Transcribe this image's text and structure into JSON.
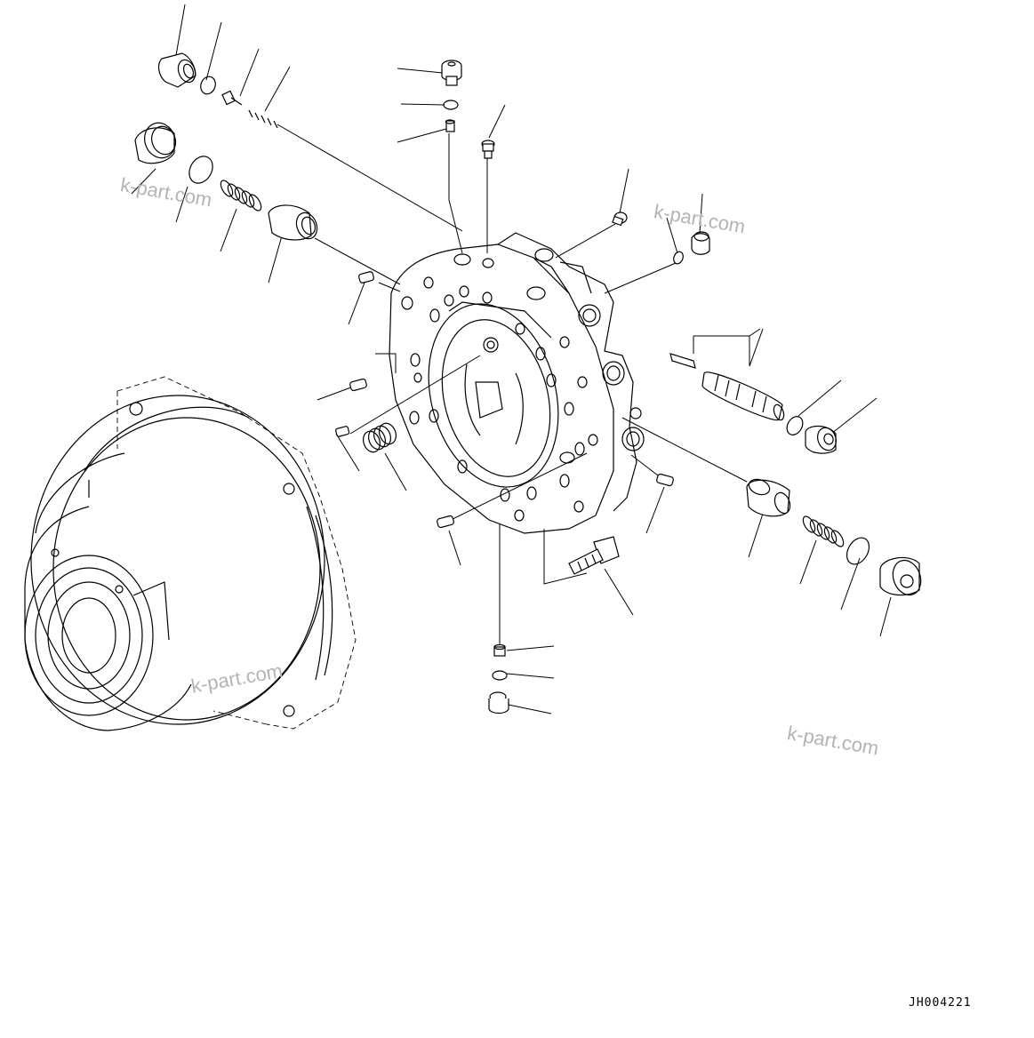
{
  "diagram": {
    "drawing_code": "JH004221",
    "watermarks": [
      "k-part.com",
      "k-part.com",
      "k-part.com",
      "k-part.com"
    ]
  }
}
